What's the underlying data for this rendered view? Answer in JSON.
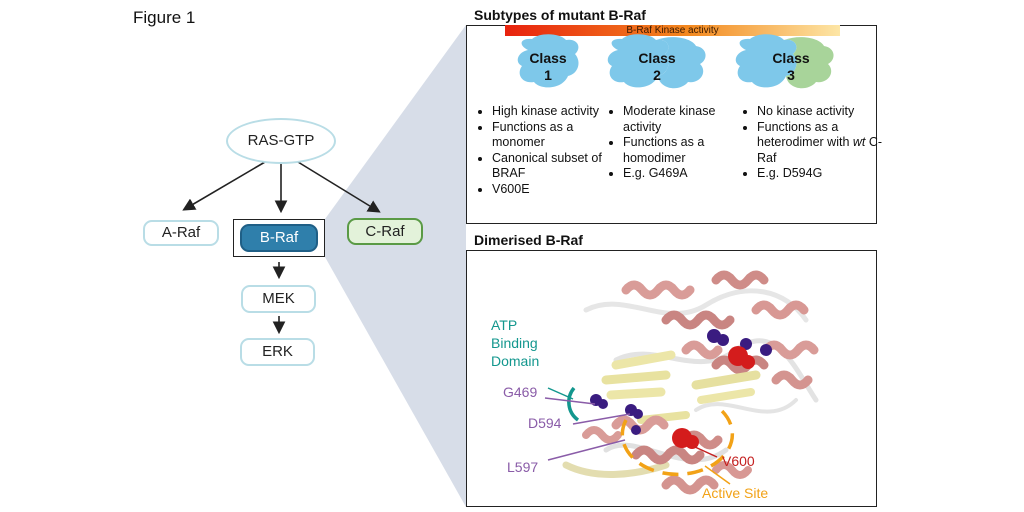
{
  "figure_label": "Figure 1",
  "pathway": {
    "ras": "RAS-GTP",
    "araf": "A-Raf",
    "braf": "B-Raf",
    "craf": "C-Raf",
    "mek": "MEK",
    "erk": "ERK"
  },
  "subtypes": {
    "title": "Subtypes of mutant B-Raf",
    "kinase_bar_label": "B-Raf Kinase activity",
    "classes": [
      {
        "label": "Class\n1",
        "bullets": [
          "High kinase activity",
          "Functions as a monomer",
          "Canonical subset of BRAF",
          "V600E"
        ]
      },
      {
        "label": "Class\n2",
        "bullets": [
          "Moderate kinase activity",
          "Functions as a homodimer",
          "E.g. G469A"
        ]
      },
      {
        "label": "Class\n3",
        "bullets": [
          "No kinase activity",
          "Functions as a heterodimer with",
          "E.g. D594G"
        ],
        "italic_prefix": "wt",
        "suffix": " C-Raf"
      }
    ]
  },
  "dimer": {
    "title": "Dimerised B-Raf",
    "atp_label": "ATP\nBinding\nDomain",
    "g469": "G469",
    "d594": "D594",
    "l597": "L597",
    "v600": "V600",
    "active_site": "Active Site"
  },
  "colors": {
    "braf_fill": "#2f7fab",
    "craf_border": "#5a9a45",
    "atp_teal": "#13978e",
    "residue_purple": "#8a5ca8",
    "v600_red": "#c41f1f",
    "active_orange": "#f2a217"
  }
}
